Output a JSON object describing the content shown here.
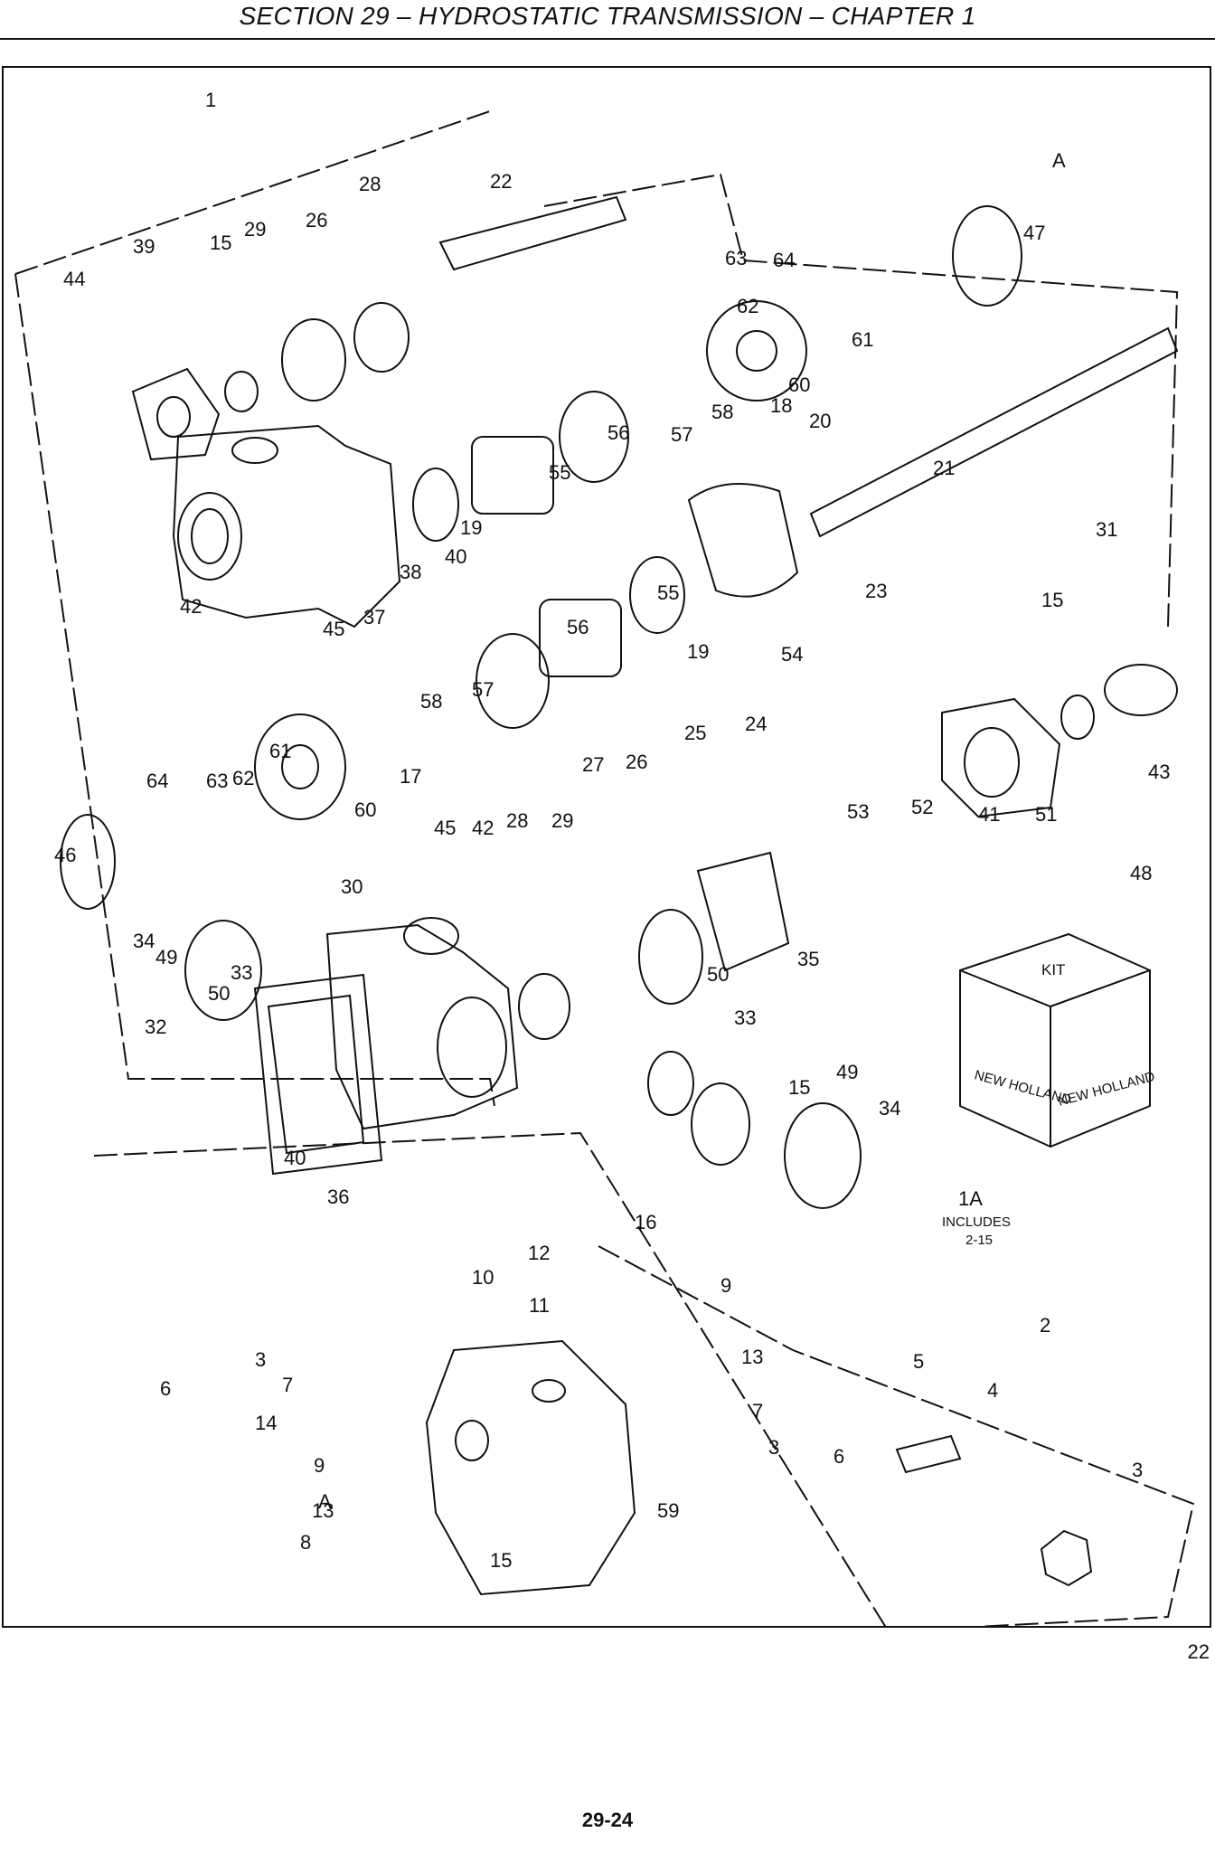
{
  "header": {
    "title": "SECTION 29 – HYDROSTATIC TRANSMISSION – CHAPTER 1"
  },
  "figure_number": "22",
  "page_number": "29-24",
  "kit": {
    "label": "KIT",
    "brand": "NEW HOLLAND"
  },
  "callout_1a": {
    "label": "1A",
    "line1": "INCLUDES",
    "line2": "2-15"
  },
  "callout_a": "A",
  "part_labels": [
    "1",
    "2",
    "3",
    "3",
    "3",
    "4",
    "5",
    "6",
    "6",
    "7",
    "7",
    "8",
    "9",
    "9",
    "10",
    "11",
    "12",
    "13",
    "13",
    "14",
    "15",
    "15",
    "15",
    "15",
    "16",
    "17",
    "18",
    "19",
    "19",
    "20",
    "21",
    "22",
    "23",
    "24",
    "25",
    "26",
    "26",
    "27",
    "28",
    "28",
    "29",
    "29",
    "30",
    "31",
    "32",
    "33",
    "33",
    "34",
    "34",
    "35",
    "36",
    "37",
    "38",
    "39",
    "40",
    "40",
    "41",
    "42",
    "42",
    "43",
    "44",
    "45",
    "45",
    "46",
    "47",
    "48",
    "49",
    "49",
    "50",
    "50",
    "51",
    "52",
    "53",
    "54",
    "55",
    "55",
    "56",
    "56",
    "57",
    "57",
    "58",
    "58",
    "59",
    "60",
    "60",
    "61",
    "61",
    "62",
    "62",
    "63",
    "63",
    "64",
    "64"
  ]
}
